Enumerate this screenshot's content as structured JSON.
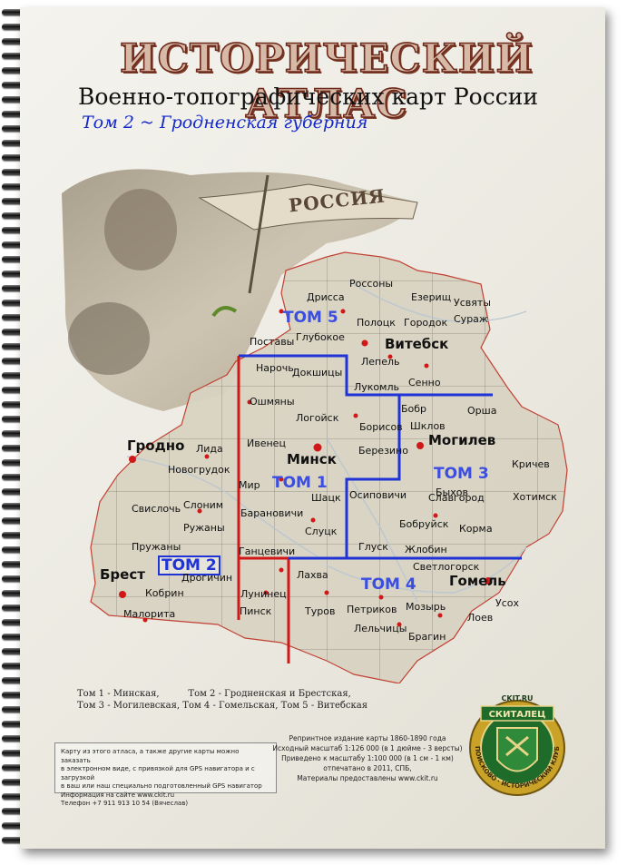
{
  "header": {
    "title": "ИСТОРИЧЕСКИЙ АТЛАС",
    "subtitle": "Военно-топографических карт России",
    "volume": "Том 2 ~ Гродненская губерния"
  },
  "banner_text": "РОССИЯ",
  "volumes": {
    "tom1": "ТОМ 1",
    "tom2": "ТОМ 2",
    "tom3": "ТОМ 3",
    "tom4": "ТОМ 4",
    "tom5": "ТОМ 5"
  },
  "cities": {
    "drissa": "Дрисса",
    "rossony": "Россоны",
    "ezerishche": "Езерищ",
    "usvyaty": "Усвяты",
    "polotsk": "Полоцк",
    "gorodok": "Городок",
    "surazh": "Сураж",
    "postavy": "Поставы",
    "glubokoe": "Глубокое",
    "vitebsk": "Витебск",
    "naroch": "Нарочь",
    "dokshitsy": "Докшицы",
    "lepel": "Лепель",
    "senno": "Сенно",
    "lukoml": "Лукомль",
    "oshmyany": "Ошмяны",
    "bobr": "Бобр",
    "orsha": "Орша",
    "logoisk": "Логойск",
    "borisov": "Борисов",
    "shklov": "Шклов",
    "grodno": "Гродно",
    "lida": "Лида",
    "ivenets": "Ивенец",
    "minsk": "Минск",
    "berezino": "Березино",
    "mogilev": "Могилев",
    "novogrudok": "Новогрудок",
    "krichev": "Кричев",
    "mir": "Мир",
    "osipovichi": "Осиповичи",
    "bykhov": "Быхов",
    "shatsk": "Шацк",
    "svisloch": "Свислочь",
    "slonim": "Слоним",
    "slavgorod": "Славгород",
    "khotimsk": "Хотимск",
    "baranovichi": "Барановичи",
    "ruzhany": "Ружаны",
    "bobruisk": "Бобруйск",
    "slutsk": "Слуцк",
    "korma": "Корма",
    "pruzhany": "Пружаны",
    "glusk": "Глуск",
    "zhlobin": "Жлобин",
    "gantsevichi": "Ганцевичи",
    "svetlogorsk": "Светлогорск",
    "brest": "Брест",
    "drogichin": "Дрогичин",
    "lakhva": "Лахва",
    "gomel": "Гомель",
    "kobrin": "Кобрин",
    "luninets": "Лунинец",
    "usokh": "Усох",
    "turov": "Туров",
    "petrikov": "Петриков",
    "mozyr": "Мозырь",
    "malorita": "Малорита",
    "pinsk": "Пинск",
    "loev": "Лоев",
    "lelchitsy": "Лельчицы",
    "bragin": "Брагин"
  },
  "legend": {
    "line1": "Том 1 - Минская,          Том 2 - Гродненская и Брестская,",
    "line2": "Том 3 - Могилевская, Том 4 - Гомельская, Том 5 - Витебская"
  },
  "info": {
    "line1": "Карту из этого атласа, а также другие карты можно заказать",
    "line2": "в электронном виде, с привязкой для GPS навигатора и с загрузкой",
    "line3": "в ваш или наш специально подготовленный GPS навигатор",
    "line4": "Информация на сайте www.ckit.ru",
    "line5": "Телефон +7 911 913 10 54 (Вячеслав)"
  },
  "reprint": {
    "line1": "Репринтное издание карты 1860-1890 года",
    "line2": "Исходный масштаб 1:126 000 (в 1 дюйме - 3 версты)",
    "line3": "Приведено к масштабу 1:100 000 (в 1 см - 1 км)",
    "line4": "отпечатано в 2011, СПБ,",
    "line5": "Материалы предоставлены www.ckit.ru"
  },
  "emblem": {
    "site": "CKIT.RU",
    "name": "СКИТАЛЕЦ",
    "ring": "ПОИСКОВО · ИСТОРИЧЕСКИЙ КЛУБ"
  },
  "colors": {
    "title_fill": "#d7b9a8",
    "title_stroke": "#6e2a1b",
    "volume_text": "#1428c8",
    "border_red": "#d01818",
    "border_blue": "#1f33d6",
    "emblem_green": "#1f6b2a",
    "emblem_gold": "#c9a227"
  }
}
